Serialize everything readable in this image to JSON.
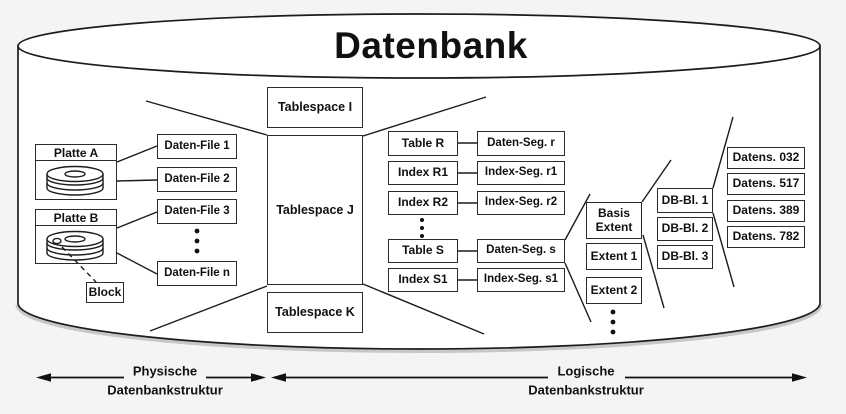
{
  "title": "Datenbank",
  "physical": {
    "disk_a": "Platte A",
    "disk_b": "Platte B",
    "block": "Block",
    "files": [
      "Daten-File 1",
      "Daten-File 2",
      "Daten-File 3",
      "Daten-File n"
    ]
  },
  "tablespaces": [
    "Tablespace I",
    "Tablespace J",
    "Tablespace K"
  ],
  "logical": {
    "objects": [
      "Table R",
      "Index R1",
      "Index R2",
      "Table S",
      "Index S1"
    ],
    "segments": [
      "Daten-Seg. r",
      "Index-Seg. r1",
      "Index-Seg. r2",
      "Daten-Seg. s",
      "Index-Seg. s1"
    ],
    "extents": [
      "Basis Extent",
      "Extent 1",
      "Extent 2"
    ],
    "db_blocks": [
      "DB-Bl. 1",
      "DB-Bl. 2",
      "DB-Bl. 3"
    ],
    "records": [
      "Datens. 032",
      "Datens. 517",
      "Datens. 389",
      "Datens. 782"
    ]
  },
  "legend": {
    "physical": [
      "Physische",
      "Datenbankstruktur"
    ],
    "logical": [
      "Logische",
      "Datenbankstruktur"
    ]
  },
  "colors": {
    "line": "#1c1c1c",
    "box_border": "#2b2b2b",
    "box_bg": "#ffffff",
    "cylinder_bg": "#ffffff",
    "page_bg": "#f4f4f5",
    "text": "#111111"
  }
}
